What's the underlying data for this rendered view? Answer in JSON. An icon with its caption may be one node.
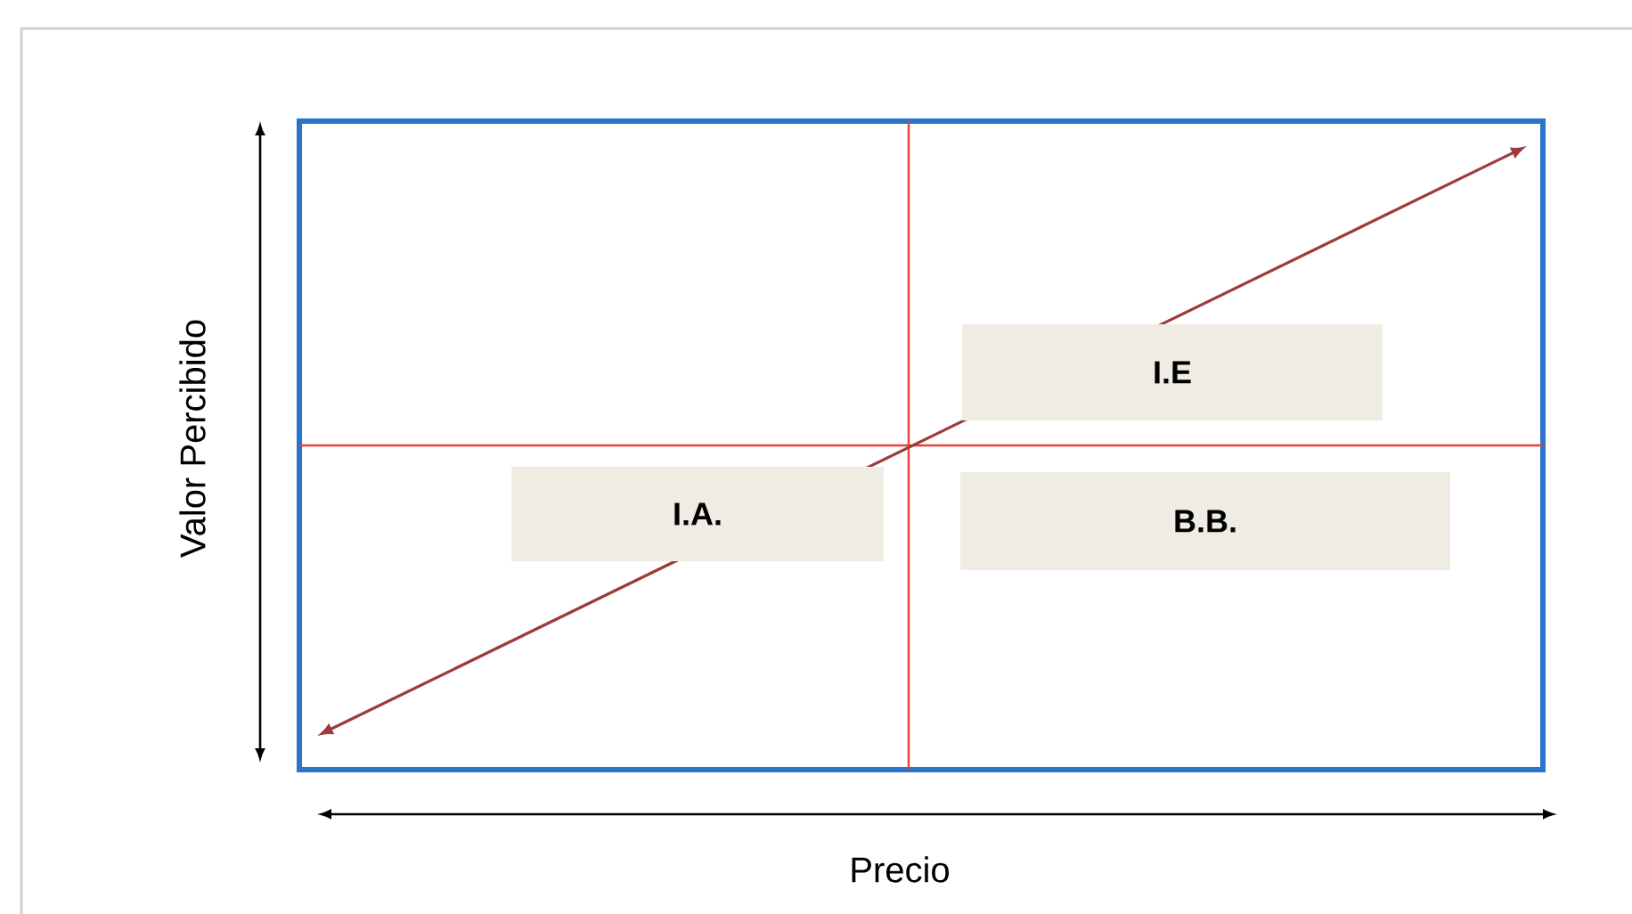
{
  "diagram": {
    "nodes": [
      {
        "text": [
          "I.E"
        ]
      },
      {
        "text": [
          "I.A."
        ]
      },
      {
        "text": [
          "B.B."
        ]
      }
    ],
    "labels": [
      "Valor Percibido",
      "Precio"
    ]
  }
}
